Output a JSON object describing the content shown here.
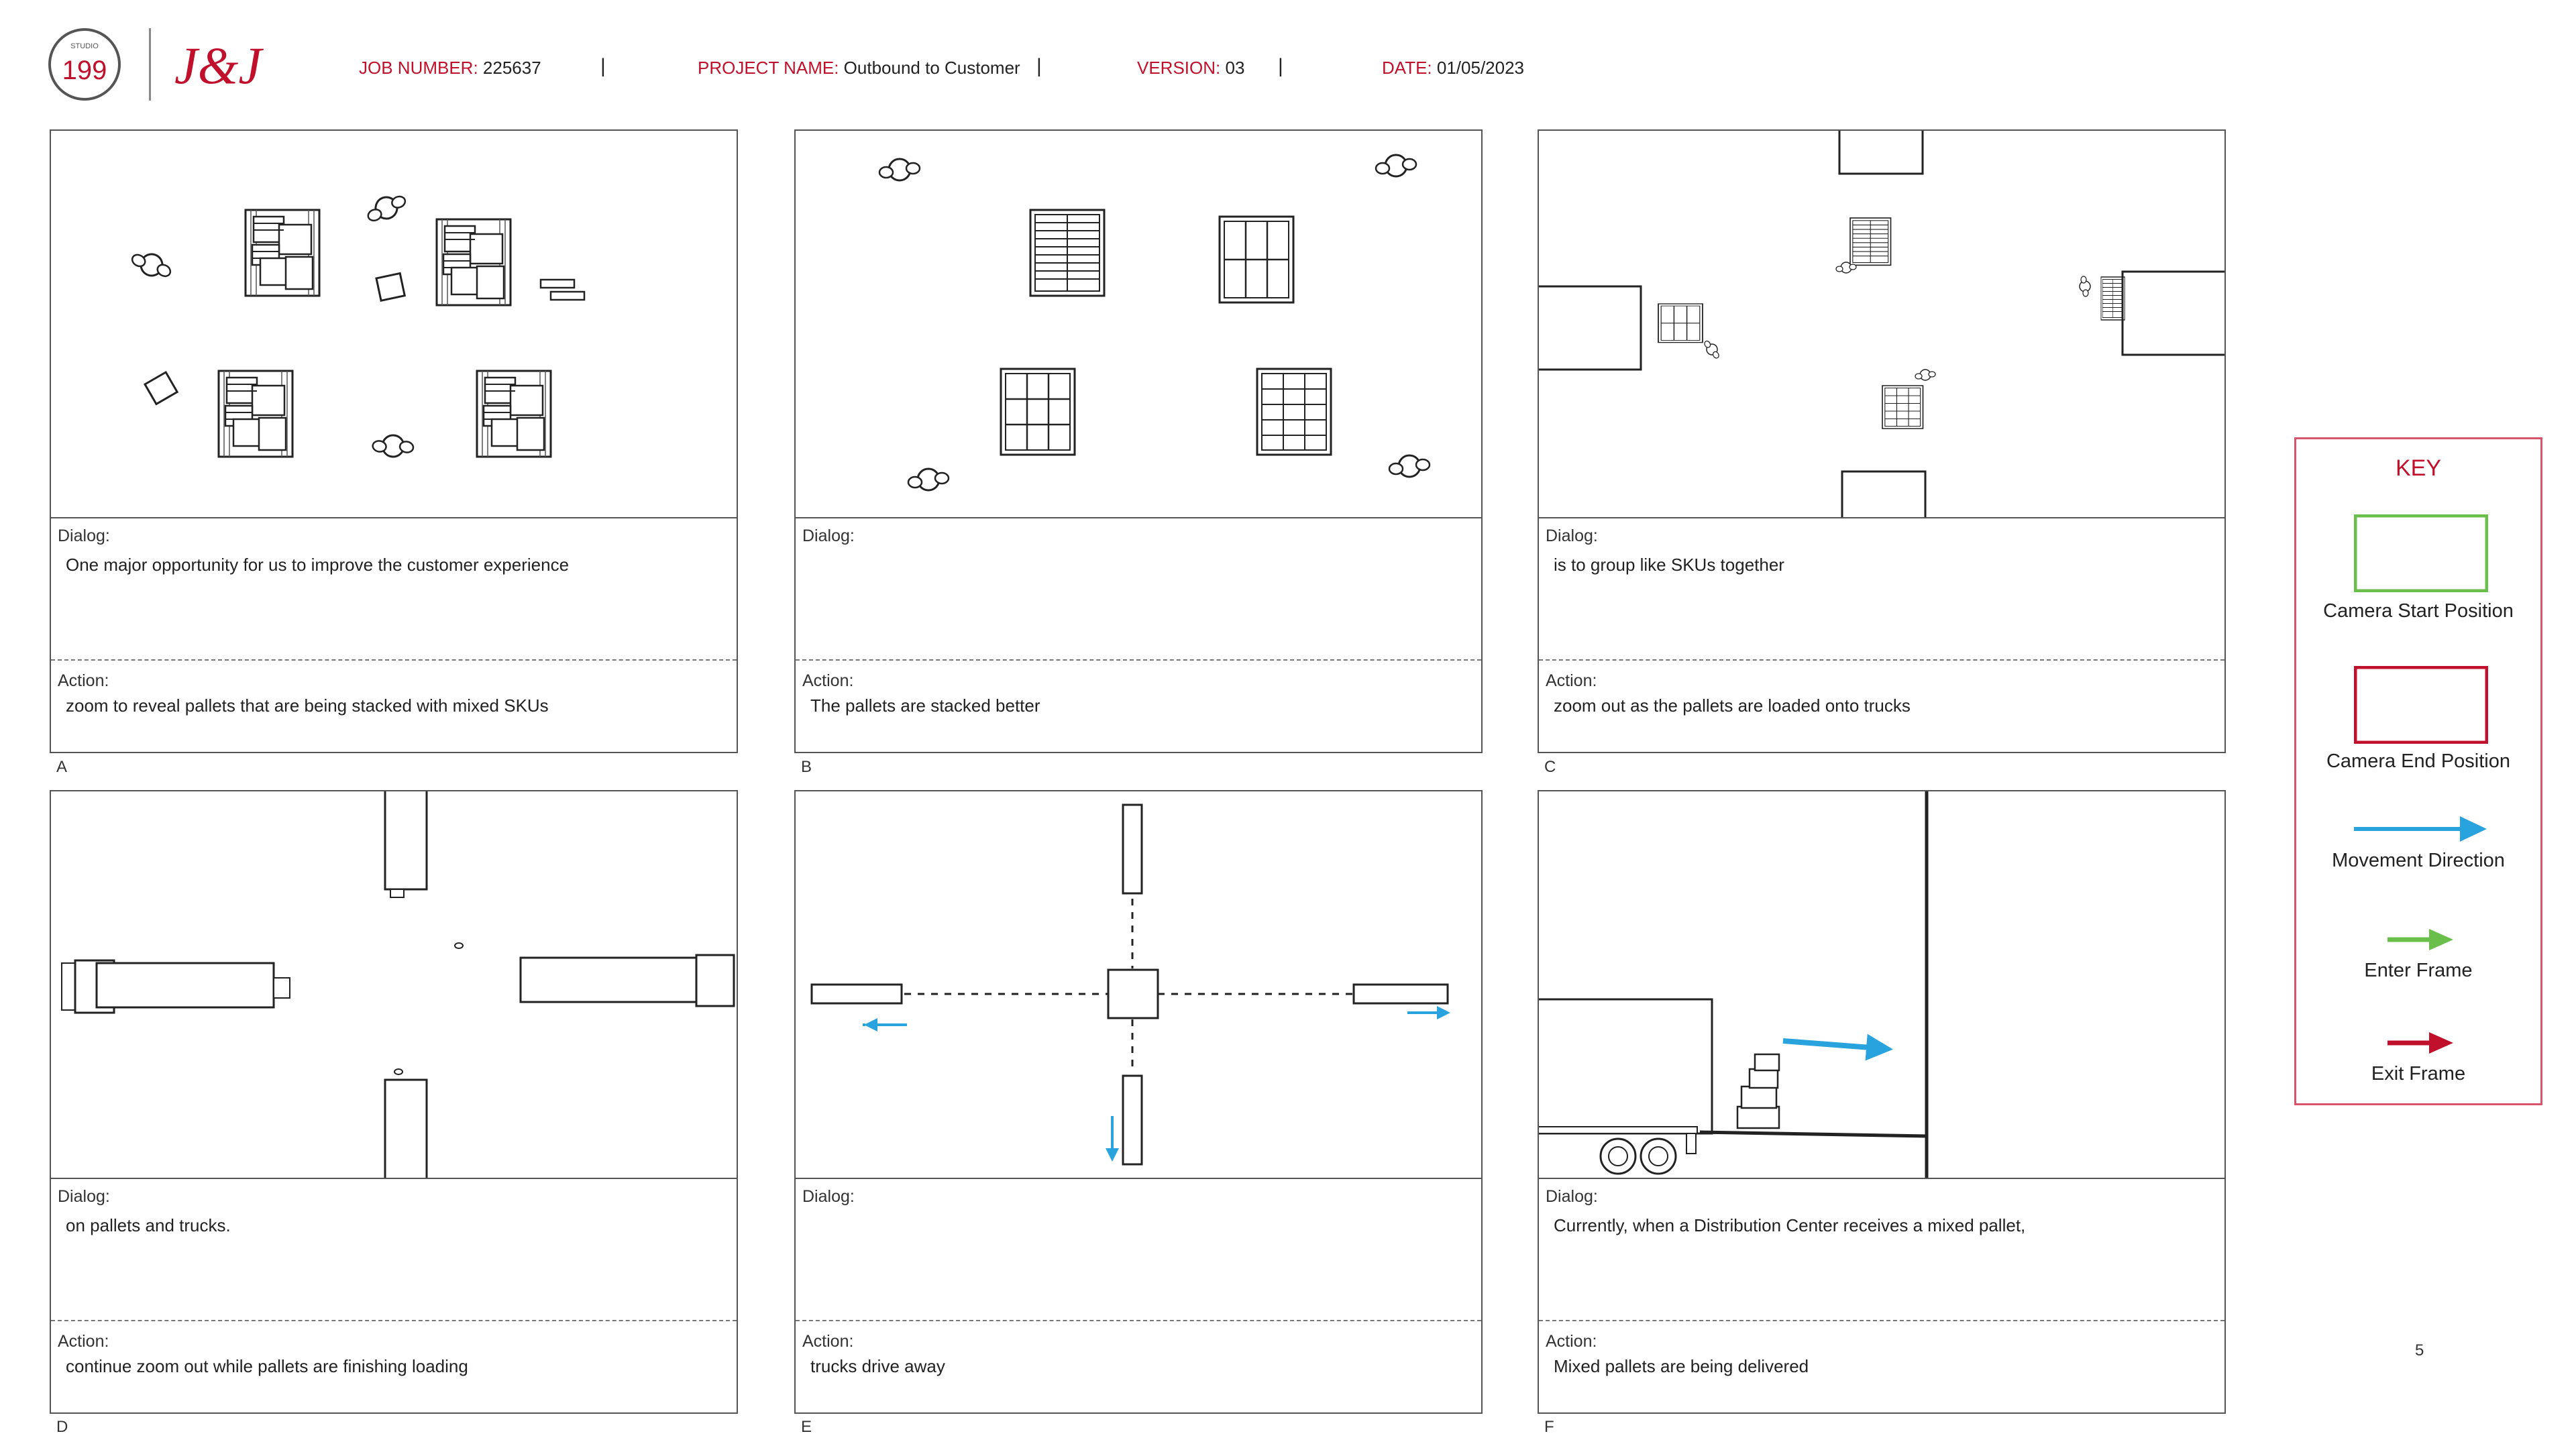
{
  "header": {
    "logo_studio_top": "STUDIO",
    "logo_studio_num": "199",
    "logo_brand": "J&J",
    "job_label": "JOB NUMBER:",
    "job_value": "225637",
    "project_label": "PROJECT NAME:",
    "project_value": "Outbound to Customer",
    "version_label": "VERSION:",
    "version_value": "03",
    "date_label": "DATE:",
    "date_value": "01/05/2023",
    "separator": "|"
  },
  "frames": [
    {
      "letter": "A",
      "dialog_label": "Dialog:",
      "dialog": "One major opportunity for us to improve the customer experience",
      "action_label": "Action:",
      "action": "zoom to reveal pallets that are being stacked with mixed SKUs"
    },
    {
      "letter": "B",
      "dialog_label": "Dialog:",
      "dialog": "",
      "action_label": "Action:",
      "action": "The pallets are stacked better"
    },
    {
      "letter": "C",
      "dialog_label": "Dialog:",
      "dialog": "is to group like SKUs together",
      "action_label": "Action:",
      "action": "zoom out as the pallets are loaded onto trucks"
    },
    {
      "letter": "D",
      "dialog_label": "Dialog:",
      "dialog": "on pallets and trucks.",
      "action_label": "Action:",
      "action": "continue zoom out while pallets are finishing loading"
    },
    {
      "letter": "E",
      "dialog_label": "Dialog:",
      "dialog": "",
      "action_label": "Action:",
      "action": "trucks drive away"
    },
    {
      "letter": "F",
      "dialog_label": "Dialog:",
      "dialog": "Currently, when a Distribution Center receives a mixed pallet,",
      "action_label": "Action:",
      "action": "Mixed pallets are being delivered"
    }
  ],
  "key": {
    "title": "KEY",
    "items": [
      {
        "label": "Camera Start Position",
        "color": "#6abf4b"
      },
      {
        "label": "Camera End Position",
        "color": "#c0102c"
      },
      {
        "label": "Movement Direction",
        "color": "#29a3dd"
      },
      {
        "label": "Enter Frame",
        "color": "#6abf4b"
      },
      {
        "label": "Exit Frame",
        "color": "#c0102c"
      }
    ]
  },
  "page_number": "5"
}
